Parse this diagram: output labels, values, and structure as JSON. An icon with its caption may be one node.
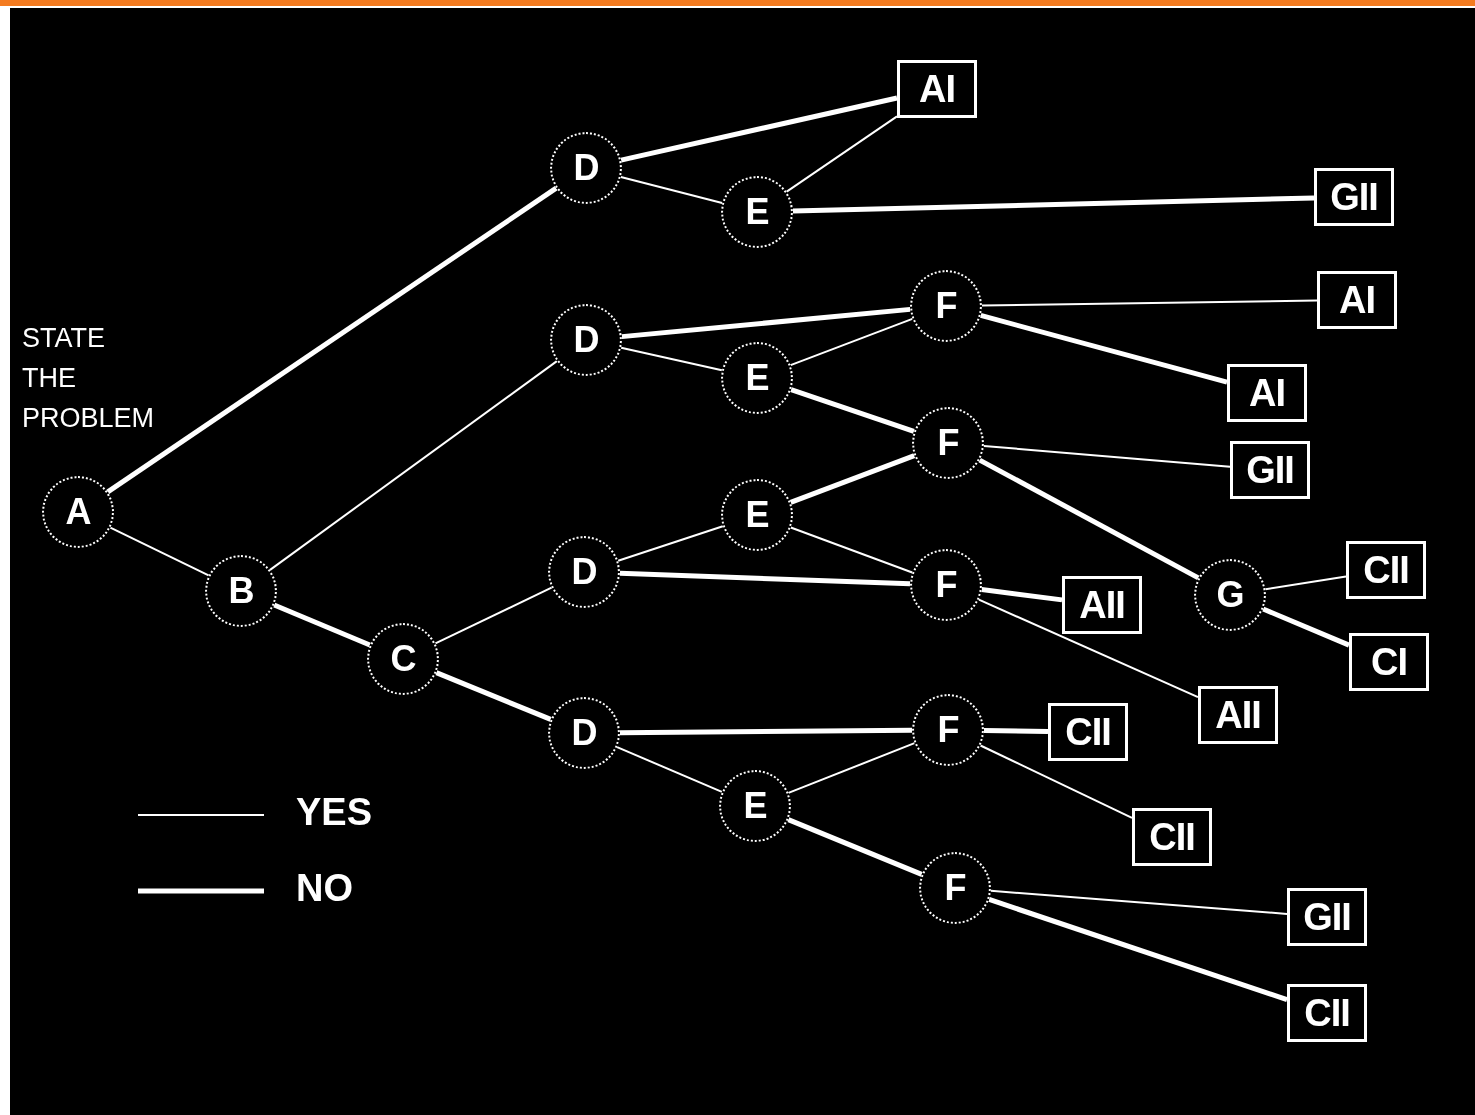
{
  "diagram": {
    "nodes": [
      {
        "text": [
          "A"
        ]
      },
      {
        "text": [
          "B"
        ]
      },
      {
        "text": [
          "C"
        ]
      },
      {
        "text": [
          "D"
        ]
      },
      {
        "text": [
          "E"
        ]
      },
      {
        "text": [
          "AI"
        ]
      },
      {
        "text": [
          "GII"
        ]
      },
      {
        "text": [
          "D"
        ]
      },
      {
        "text": [
          "E"
        ]
      },
      {
        "text": [
          "F"
        ]
      },
      {
        "text": [
          "AI"
        ]
      },
      {
        "text": [
          "AI"
        ]
      },
      {
        "text": [
          "F"
        ]
      },
      {
        "text": [
          "GII"
        ]
      },
      {
        "text": [
          "G"
        ]
      },
      {
        "text": [
          "CII"
        ]
      },
      {
        "text": [
          "CI"
        ]
      },
      {
        "text": [
          "D"
        ]
      },
      {
        "text": [
          "E"
        ]
      },
      {
        "text": [
          "F"
        ]
      },
      {
        "text": [
          "AII"
        ]
      },
      {
        "text": [
          "AII"
        ]
      },
      {
        "text": [
          "D"
        ]
      },
      {
        "text": [
          "F"
        ]
      },
      {
        "text": [
          "CII"
        ]
      },
      {
        "text": [
          "E"
        ]
      },
      {
        "text": [
          "CII"
        ]
      },
      {
        "text": [
          "F"
        ]
      },
      {
        "text": [
          "GII"
        ]
      },
      {
        "text": [
          "CII"
        ]
      }
    ],
    "edges": [
      {
        "from": 0,
        "to": 3,
        "arrow": "none",
        "style": "thick"
      },
      {
        "from": 0,
        "to": 1,
        "arrow": "none"
      },
      {
        "from": 1,
        "to": 7,
        "arrow": "none"
      },
      {
        "from": 1,
        "to": 2,
        "arrow": "none",
        "style": "thick"
      },
      {
        "from": 2,
        "to": 17,
        "arrow": "none"
      },
      {
        "from": 2,
        "to": 22,
        "arrow": "none",
        "style": "thick"
      },
      {
        "from": 3,
        "to": 5,
        "arrow": "none",
        "style": "thick"
      },
      {
        "from": 3,
        "to": 4,
        "arrow": "none"
      },
      {
        "from": 4,
        "to": 5,
        "arrow": "none"
      },
      {
        "from": 4,
        "to": 6,
        "arrow": "none",
        "style": "thick"
      },
      {
        "from": 7,
        "to": 9,
        "arrow": "none",
        "style": "thick"
      },
      {
        "from": 7,
        "to": 8,
        "arrow": "none"
      },
      {
        "from": 8,
        "to": 9,
        "arrow": "none"
      },
      {
        "from": 8,
        "to": 12,
        "arrow": "none",
        "style": "thick"
      },
      {
        "from": 9,
        "to": 10,
        "arrow": "none"
      },
      {
        "from": 9,
        "to": 11,
        "arrow": "none",
        "style": "thick"
      },
      {
        "from": 12,
        "to": 13,
        "arrow": "none"
      },
      {
        "from": 12,
        "to": 14,
        "arrow": "none",
        "style": "thick"
      },
      {
        "from": 14,
        "to": 15,
        "arrow": "none"
      },
      {
        "from": 14,
        "to": 16,
        "arrow": "none",
        "style": "thick"
      },
      {
        "from": 17,
        "to": 18,
        "arrow": "none"
      },
      {
        "from": 17,
        "to": 19,
        "arrow": "none",
        "style": "thick"
      },
      {
        "from": 18,
        "to": 12,
        "arrow": "none",
        "style": "thick"
      },
      {
        "from": 18,
        "to": 19,
        "arrow": "none"
      },
      {
        "from": 19,
        "to": 20,
        "arrow": "none",
        "style": "thick"
      },
      {
        "from": 19,
        "to": 21,
        "arrow": "none"
      },
      {
        "from": 22,
        "to": 23,
        "arrow": "none",
        "style": "thick"
      },
      {
        "from": 22,
        "to": 25,
        "arrow": "none"
      },
      {
        "from": 23,
        "to": 24,
        "arrow": "none",
        "style": "thick"
      },
      {
        "from": 23,
        "to": 26,
        "arrow": "none"
      },
      {
        "from": 25,
        "to": 23,
        "arrow": "none"
      },
      {
        "from": 25,
        "to": 27,
        "arrow": "none",
        "style": "thick"
      },
      {
        "from": 27,
        "to": 28,
        "arrow": "none"
      },
      {
        "from": 27,
        "to": 29,
        "arrow": "none",
        "style": "thick"
      }
    ],
    "labels": [
      "STATE THE PROBLEM"
    ],
    "legend": [
      {
        "text": "YES"
      },
      {
        "text": "NO"
      }
    ]
  }
}
